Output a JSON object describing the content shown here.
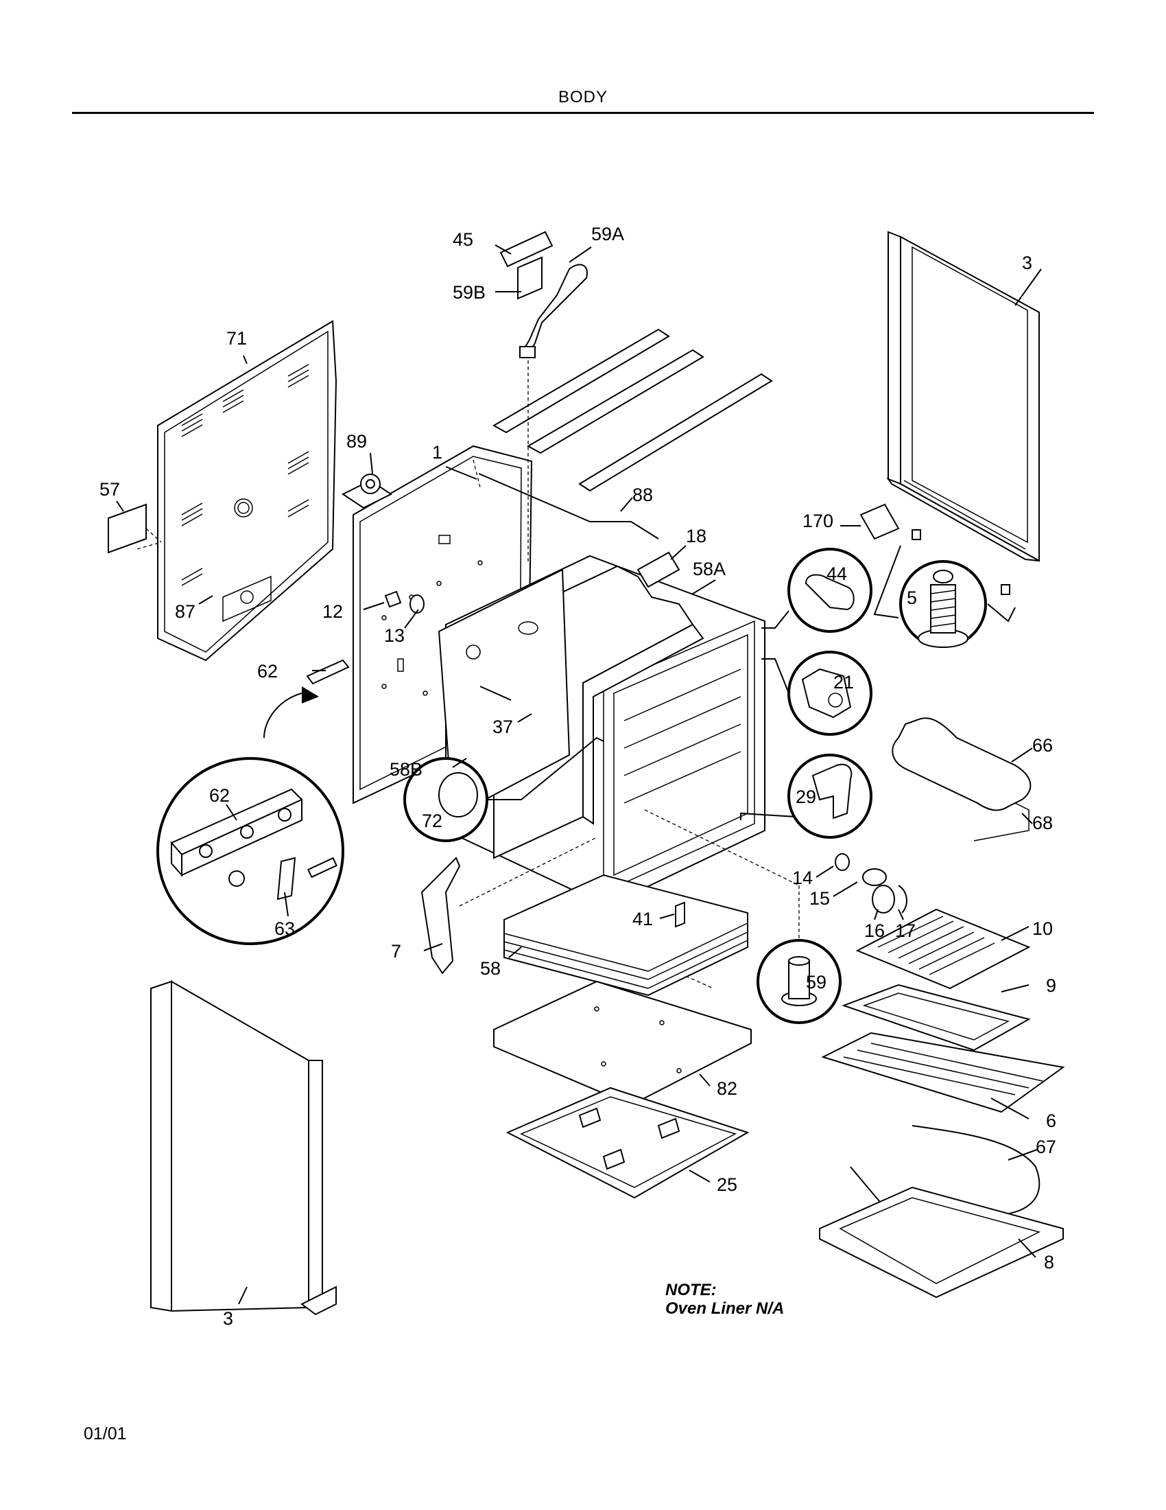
{
  "header": {
    "title": "BODY"
  },
  "callouts": {
    "c45": "45",
    "c59A": "59A",
    "c59B": "59B",
    "c71": "71",
    "c3_top": "3",
    "c89": "89",
    "c1": "1",
    "c88": "88",
    "c57": "57",
    "c170": "170",
    "c18": "18",
    "c58A": "58A",
    "c44": "44",
    "c5": "5",
    "c12": "12",
    "c87": "87",
    "c13": "13",
    "c21": "21",
    "c62_top": "62",
    "c37": "37",
    "c66": "66",
    "c58B": "58B",
    "c62_circle": "62",
    "c72": "72",
    "c29": "29",
    "c68": "68",
    "c14": "14",
    "c15": "15",
    "c63": "63",
    "c41": "41",
    "c16": "16",
    "c17": "17",
    "c10": "10",
    "c7": "7",
    "c58": "58",
    "c59": "59",
    "c9": "9",
    "c82": "82",
    "c6": "6",
    "c67": "67",
    "c25": "25",
    "c8": "8",
    "c3_bottom": "3"
  },
  "note": {
    "heading": "NOTE:",
    "text": "Oven Liner N/A"
  },
  "footer": {
    "date": "01/01"
  }
}
